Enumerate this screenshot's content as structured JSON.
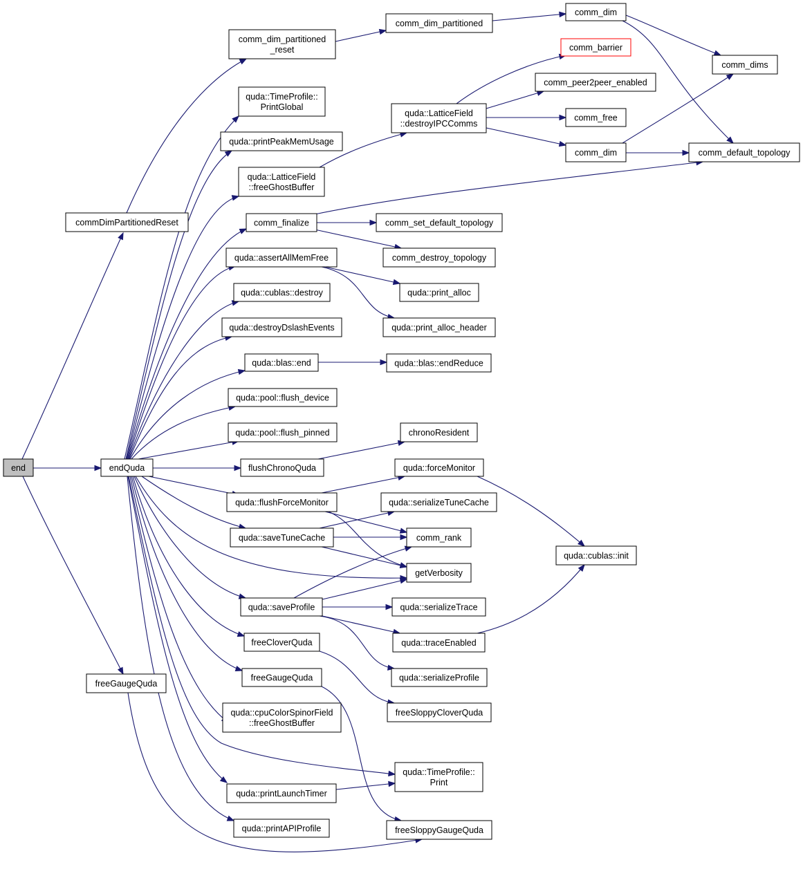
{
  "colors": {
    "edge": "#191970",
    "root_fill": "#bfbfbf",
    "truncated_border": "#ff0000"
  },
  "nodes": {
    "end": {
      "lines": [
        "end"
      ]
    },
    "commDimPartitionedReset": {
      "lines": [
        "commDimPartitionedReset"
      ]
    },
    "endQuda": {
      "lines": [
        "endQuda"
      ]
    },
    "freeGaugeQuda_root": {
      "lines": [
        "freeGaugeQuda"
      ]
    },
    "comm_dim_partitioned_reset": {
      "lines": [
        "comm_dim_partitioned",
        "_reset"
      ]
    },
    "comm_dim_partitioned": {
      "lines": [
        "comm_dim_partitioned"
      ]
    },
    "comm_dim_top": {
      "lines": [
        "comm_dim"
      ]
    },
    "comm_dims": {
      "lines": [
        "comm_dims"
      ]
    },
    "comm_default_topology": {
      "lines": [
        "comm_default_topology"
      ]
    },
    "comm_barrier": {
      "lines": [
        "comm_barrier"
      ]
    },
    "comm_peer2peer_enabled": {
      "lines": [
        "comm_peer2peer_enabled"
      ]
    },
    "comm_free": {
      "lines": [
        "comm_free"
      ]
    },
    "comm_dim_mid": {
      "lines": [
        "comm_dim"
      ]
    },
    "destroyIPCComms": {
      "lines": [
        "quda::LatticeField",
        "::destroyIPCComms"
      ]
    },
    "timeprofile_printglobal": {
      "lines": [
        "quda::TimeProfile::",
        "PrintGlobal"
      ]
    },
    "printPeakMemUsage": {
      "lines": [
        "quda::printPeakMemUsage"
      ]
    },
    "lf_freeGhostBuffer": {
      "lines": [
        "quda::LatticeField",
        "::freeGhostBuffer"
      ]
    },
    "comm_finalize": {
      "lines": [
        "comm_finalize"
      ]
    },
    "comm_set_default_topology": {
      "lines": [
        "comm_set_default_topology"
      ]
    },
    "comm_destroy_topology": {
      "lines": [
        "comm_destroy_topology"
      ]
    },
    "assertAllMemFree": {
      "lines": [
        "quda::assertAllMemFree"
      ]
    },
    "print_alloc": {
      "lines": [
        "quda::print_alloc"
      ]
    },
    "print_alloc_header": {
      "lines": [
        "quda::print_alloc_header"
      ]
    },
    "cublas_destroy": {
      "lines": [
        "quda::cublas::destroy"
      ]
    },
    "destroyDslashEvents": {
      "lines": [
        "quda::destroyDslashEvents"
      ]
    },
    "blas_end": {
      "lines": [
        "quda::blas::end"
      ]
    },
    "blas_endReduce": {
      "lines": [
        "quda::blas::endReduce"
      ]
    },
    "pool_flush_device": {
      "lines": [
        "quda::pool::flush_device"
      ]
    },
    "pool_flush_pinned": {
      "lines": [
        "quda::pool::flush_pinned"
      ]
    },
    "flushChronoQuda": {
      "lines": [
        "flushChronoQuda"
      ]
    },
    "chronoResident": {
      "lines": [
        "chronoResident"
      ]
    },
    "forceMonitor": {
      "lines": [
        "quda::forceMonitor"
      ]
    },
    "flushForceMonitor": {
      "lines": [
        "quda::flushForceMonitor"
      ]
    },
    "serializeTuneCache": {
      "lines": [
        "quda::serializeTuneCache"
      ]
    },
    "saveTuneCache": {
      "lines": [
        "quda::saveTuneCache"
      ]
    },
    "comm_rank": {
      "lines": [
        "comm_rank"
      ]
    },
    "cublas_init": {
      "lines": [
        "quda::cublas::init"
      ]
    },
    "getVerbosity": {
      "lines": [
        "getVerbosity"
      ]
    },
    "saveProfile": {
      "lines": [
        "quda::saveProfile"
      ]
    },
    "serializeTrace": {
      "lines": [
        "quda::serializeTrace"
      ]
    },
    "freeCloverQuda": {
      "lines": [
        "freeCloverQuda"
      ]
    },
    "traceEnabled": {
      "lines": [
        "quda::traceEnabled"
      ]
    },
    "freeGaugeQuda": {
      "lines": [
        "freeGaugeQuda"
      ]
    },
    "serializeProfile": {
      "lines": [
        "quda::serializeProfile"
      ]
    },
    "freeSloppyCloverQuda": {
      "lines": [
        "freeSloppyCloverQuda"
      ]
    },
    "cpu_freeGhostBuffer": {
      "lines": [
        "quda::cpuColorSpinorField",
        "::freeGhostBuffer"
      ]
    },
    "timeprofile_print": {
      "lines": [
        "quda::TimeProfile::",
        "Print"
      ]
    },
    "printLaunchTimer": {
      "lines": [
        "quda::printLaunchTimer"
      ]
    },
    "printAPIProfile": {
      "lines": [
        "quda::printAPIProfile"
      ]
    },
    "freeSloppyGaugeQuda": {
      "lines": [
        "freeSloppyGaugeQuda"
      ]
    }
  }
}
